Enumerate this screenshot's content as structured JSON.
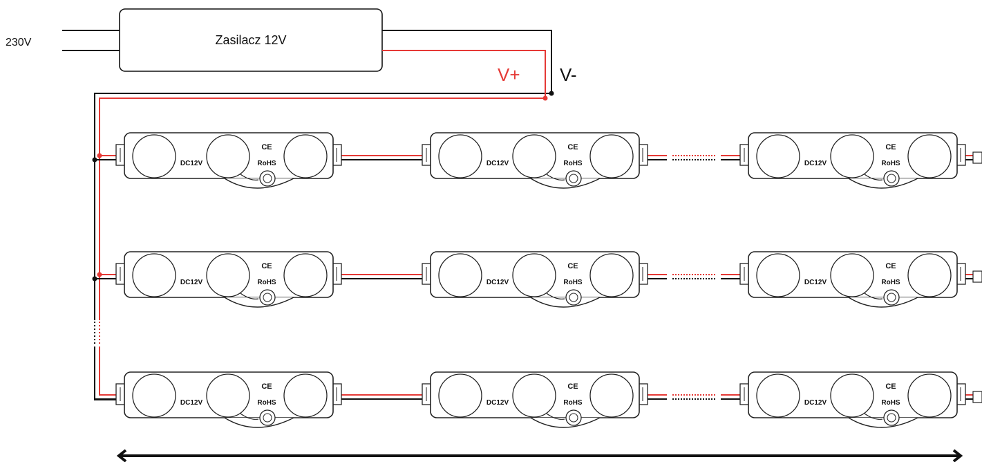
{
  "mains_label": "230V",
  "power_supply": {
    "label": "Zasilacz 12V"
  },
  "polarity": {
    "positive": "V+",
    "negative": "V-"
  },
  "module": {
    "voltage": "DC12V",
    "ce": "CE",
    "rohs": "RoHS"
  },
  "layout": {
    "rows": 3,
    "modules_per_row": 3
  },
  "colors": {
    "positive_wire": "#e53935",
    "negative_wire": "#111111",
    "outline": "#222222"
  }
}
